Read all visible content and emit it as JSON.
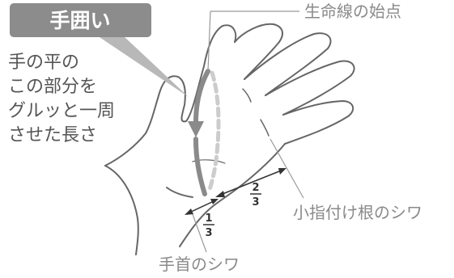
{
  "title_badge": "手囲い",
  "description": [
    "手の平の",
    "この部分を",
    "グルッと一周",
    "させた長さ"
  ],
  "callouts": {
    "life_line_start": "生命線の始点",
    "pinky_crease": "小指付け根のシワ",
    "wrist_crease": "手首のシワ"
  },
  "fractions": {
    "two_thirds": {
      "numerator": "2",
      "denominator": "3"
    },
    "one_third": {
      "numerator": "1",
      "denominator": "3"
    }
  },
  "colors": {
    "badge_fill": "#8c8c8c",
    "pointer_fill": "#b8b8b8",
    "hand_outline": "#666666",
    "arrow": "#8a8a8a",
    "dashed_band": "#cccccc",
    "leader": "#999999"
  }
}
